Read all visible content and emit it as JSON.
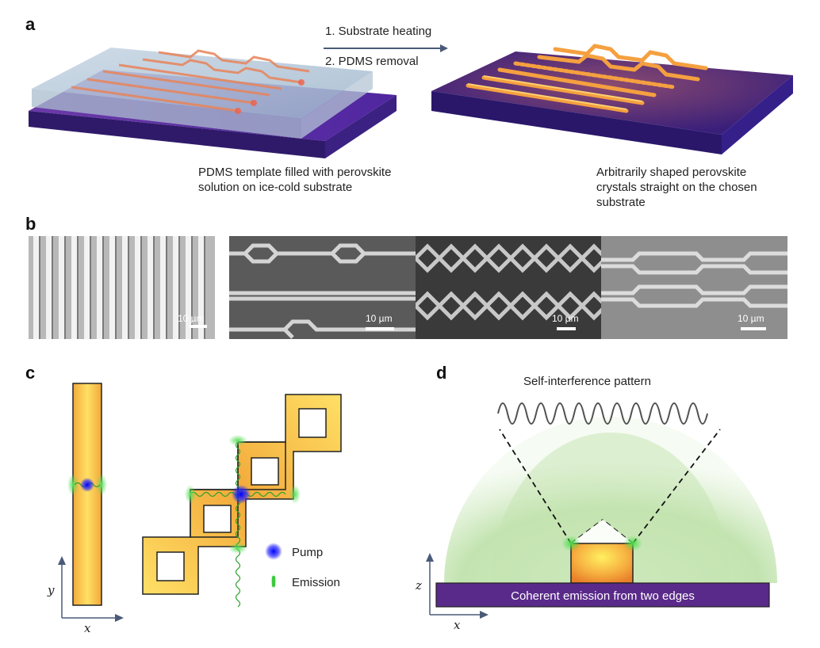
{
  "panels": {
    "a": {
      "label": "a",
      "steps": [
        "1. Substrate heating",
        "2. PDMS removal"
      ],
      "left_caption": [
        "PDMS template filled with perovskite",
        "solution on ice-cold substrate"
      ],
      "right_caption": [
        "Arbitrarily shaped perovskite",
        "crystals straight on the chosen",
        "substrate"
      ]
    },
    "b": {
      "label": "b",
      "scale_bars": [
        "10 µm",
        "10 µm",
        "10 µm",
        "10 µm"
      ]
    },
    "c": {
      "label": "c",
      "legend": [
        "Pump",
        "Emission"
      ],
      "axis_x": "x",
      "axis_y": "y"
    },
    "d": {
      "label": "d",
      "title": "Self-interference pattern",
      "substrate_text": "Coherent emission from two edges",
      "axis_x": "x",
      "axis_z": "z"
    }
  },
  "colors": {
    "substrate": "#5a2a8a",
    "perovskite_orange": "#f0a030",
    "perovskite_yellow": "#ffd84a",
    "pump": "#1a1aff",
    "emission": "#4cd94c",
    "glow": "#b9dfa5"
  }
}
